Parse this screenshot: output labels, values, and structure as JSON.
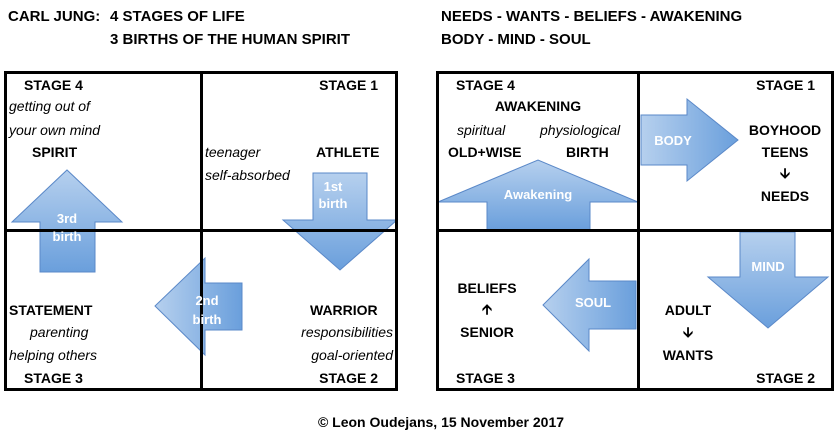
{
  "header_left": {
    "name": "CARL JUNG:",
    "line1": "4 STAGES OF LIFE",
    "line2": "3 BIRTHS OF THE HUMAN SPIRIT"
  },
  "header_right": {
    "line1": "NEEDS - WANTS - BELIEFS - AWAKENING",
    "line2": "BODY - MIND - SOUL"
  },
  "left_diagram": {
    "stage4": {
      "title": "STAGE 4",
      "line1": "getting out of",
      "line2": "your own mind",
      "label": "SPIRIT"
    },
    "stage1": {
      "title": "STAGE 1",
      "italic1": "teenager",
      "italic2": "self-absorbed",
      "label": "ATHLETE"
    },
    "stage2": {
      "title": "STAGE 2",
      "label": "WARRIOR",
      "italic1": "responsibilities",
      "italic2": "goal-oriented"
    },
    "stage3": {
      "title": "STAGE 3",
      "label": "STATEMENT",
      "italic1": "parenting",
      "italic2": "helping others"
    },
    "arrow_first": {
      "line1": "1st",
      "line2": "birth"
    },
    "arrow_second": {
      "line1": "2nd",
      "line2": "birth"
    },
    "arrow_third": {
      "line1": "3rd",
      "line2": "birth"
    }
  },
  "right_diagram": {
    "stage4": {
      "title": "STAGE 4",
      "heading": "AWAKENING",
      "italic1": "spiritual",
      "italic2": "physiological",
      "label1": "OLD+WISE",
      "label2": "BIRTH"
    },
    "stage1": {
      "title": "STAGE 1",
      "line1": "BOYHOOD",
      "line2": "TEENS",
      "down_arrow": "🡫",
      "line3": "NEEDS"
    },
    "stage2": {
      "title": "STAGE 2",
      "line1": "ADULT",
      "down_arrow": "🡫",
      "line2": "WANTS"
    },
    "stage3": {
      "title": "STAGE 3",
      "line1": "BELIEFS",
      "up_arrow": "🡩",
      "line2": "SENIOR"
    },
    "arrow_body": "BODY",
    "arrow_mind": "MIND",
    "arrow_soul": "SOUL",
    "arrow_awakening": "Awakening"
  },
  "footer": "© Leon Oudejans, 15 November 2017",
  "colors": {
    "arrow_top": "#b6d0ee",
    "arrow_bottom": "#6a9fdc",
    "arrow_stroke": "#5a88c8",
    "frame": "#000000"
  }
}
